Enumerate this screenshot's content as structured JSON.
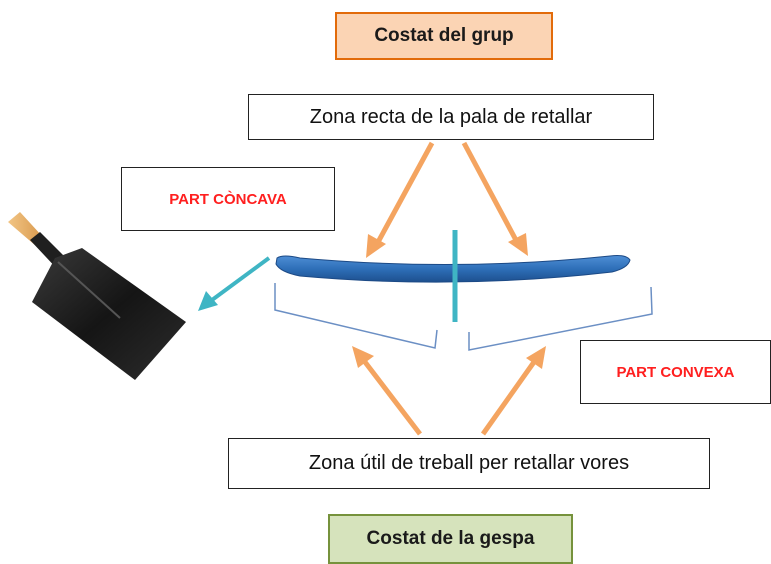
{
  "labels": {
    "top": "Costat del grup",
    "straight_zone": "Zona recta de la pala de retallar",
    "concave": "PART CÒNCAVA",
    "convex": "PART CONVEXA",
    "useful_zone": "Zona útil de treball per retallar vores",
    "bottom": "Costat de la gespa"
  },
  "icons": {
    "spade": "spade-icon"
  },
  "colors": {
    "orange_arrow": "#f4a460",
    "teal_arrow": "#3fb5c4",
    "blade_blue": "#2e6fb8",
    "bracket_blue": "#6b8fc4",
    "label_red": "#ff1f1f",
    "top_fill": "#fbd4b4",
    "bottom_fill": "#d6e3bc"
  }
}
